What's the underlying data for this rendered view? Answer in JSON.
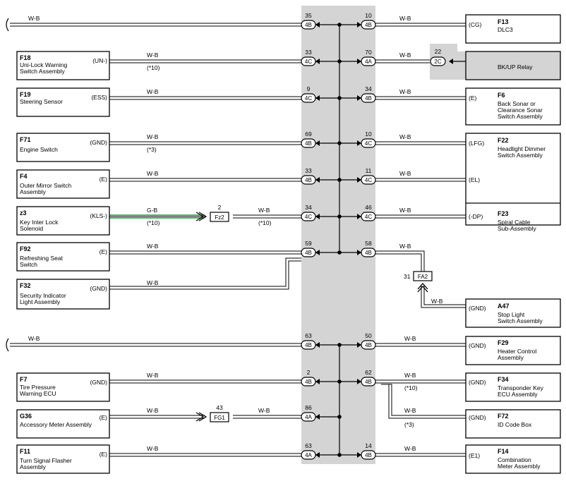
{
  "colors": {
    "junction_block": "#d4d4d4",
    "relay_fill": "#d4d4d4",
    "wire": "#000000",
    "green_wire": "#1f9d3a"
  },
  "left_components": [
    {
      "code": "",
      "name": [],
      "terminal": ""
    },
    {
      "code": "F18",
      "name": [
        "Uni-Lock Warning",
        "Switch Assembly"
      ],
      "terminal": "(UN-)"
    },
    {
      "code": "F19",
      "name": [
        "Steering Sensor"
      ],
      "terminal": "(ESS)"
    },
    {
      "code": "F71",
      "name": [
        "Engine Switch"
      ],
      "terminal": "(GND)"
    },
    {
      "code": "F4",
      "name": [
        "Outer Mirror Switch",
        "Assembly"
      ],
      "terminal": "(E)"
    },
    {
      "code": "z3",
      "name": [
        "Key Inter Lock",
        "Solenoid"
      ],
      "terminal": "(KLS-)"
    },
    {
      "code": "F92",
      "name": [
        "Refreshing Seat",
        "Switch"
      ],
      "terminal": "(E)"
    },
    {
      "code": "F32",
      "name": [
        "Security Indicator",
        "Light Assembly"
      ],
      "terminal": "(GND)"
    },
    {
      "code": "",
      "name": [],
      "terminal": ""
    },
    {
      "code": "F7",
      "name": [
        "Tire Pressure",
        "Warning ECU"
      ],
      "terminal": "(GND)"
    },
    {
      "code": "G36",
      "name": [
        "Accessory Meter Assembly"
      ],
      "terminal": "(E)"
    },
    {
      "code": "F11",
      "name": [
        "Turn Signal Flasher",
        "Assembly"
      ],
      "terminal": "(E)"
    }
  ],
  "right_components": [
    {
      "code": "F13",
      "name": [
        "DLC3"
      ],
      "terminal": "(CG)"
    },
    {
      "code": "",
      "name": [
        "BK/UP Relay"
      ],
      "terminal": ""
    },
    {
      "code": "F6",
      "name": [
        "Back Sonar or",
        "Clearance Sonar",
        "Switch Assembly"
      ],
      "terminal": "(E)"
    },
    {
      "code": "F22",
      "name": [
        "Headlight Dimmer",
        "Switch Assembly"
      ],
      "terminal": "(LFG)"
    },
    {
      "code": "",
      "name": [],
      "terminal": "(EL)"
    },
    {
      "code": "F23",
      "name": [
        "Spiral Cable",
        "Sub-Assembly"
      ],
      "terminal": "(-DP)"
    },
    {
      "code": "A47",
      "name": [
        "Stop Light",
        "Switch Assembly"
      ],
      "terminal": "(GND)"
    },
    {
      "code": "F29",
      "name": [
        "Heater Control",
        "Assembly"
      ],
      "terminal": "(GND)"
    },
    {
      "code": "F34",
      "name": [
        "Transponder Key",
        "ECU Assembly"
      ],
      "terminal": "(GND)"
    },
    {
      "code": "F72",
      "name": [
        "ID Code Box"
      ],
      "terminal": "(GND)"
    },
    {
      "code": "F14",
      "name": [
        "Combination",
        "Meter Assembly"
      ],
      "terminal": "(E1)"
    }
  ],
  "left_pins": [
    {
      "pin": "35",
      "connector": "4B"
    },
    {
      "pin": "33",
      "connector": "4C"
    },
    {
      "pin": "9",
      "connector": "4C"
    },
    {
      "pin": "69",
      "connector": "4B"
    },
    {
      "pin": "33",
      "connector": "4B"
    },
    {
      "pin": "34",
      "connector": "4C"
    },
    {
      "pin": "59",
      "connector": "4B"
    },
    {
      "pin": "63",
      "connector": "4B"
    },
    {
      "pin": "2",
      "connector": "4B"
    },
    {
      "pin": "86",
      "connector": "4A"
    },
    {
      "pin": "63",
      "connector": "4A"
    }
  ],
  "right_pins": [
    {
      "pin": "10",
      "connector": "4B"
    },
    {
      "pin": "70",
      "connector": "4A"
    },
    {
      "pin": "34",
      "connector": "4B"
    },
    {
      "pin": "10",
      "connector": "4C"
    },
    {
      "pin": "11",
      "connector": "4C"
    },
    {
      "pin": "46",
      "connector": "4C"
    },
    {
      "pin": "58",
      "connector": "4B"
    },
    {
      "pin": "50",
      "connector": "4B"
    },
    {
      "pin": "62",
      "connector": "4B"
    },
    {
      "pin": "14",
      "connector": "4B"
    }
  ],
  "relay_pin": {
    "pin": "22",
    "connector": "2C"
  },
  "inline_connectors": [
    {
      "pin": "2",
      "name": "Fz2"
    },
    {
      "pin": "31",
      "name": "FA2"
    },
    {
      "pin": "43",
      "name": "FG1"
    }
  ],
  "wire_labels": {
    "left": [
      "W-B",
      "W-B",
      "W-B",
      "W-B",
      "W-B",
      "G-B",
      "W-B",
      "W-B",
      "W-B",
      "W-B",
      "W-B",
      "W-B",
      "W-B"
    ],
    "right": [
      "W-B",
      "W-B",
      "W-B",
      "W-B",
      "W-B",
      "W-B",
      "W-B",
      "W-B",
      "W-B",
      "W-B",
      "W-B",
      "W-B",
      "W-B"
    ]
  },
  "notes": {
    "n10": "(*10)",
    "n3": "(*3)"
  }
}
